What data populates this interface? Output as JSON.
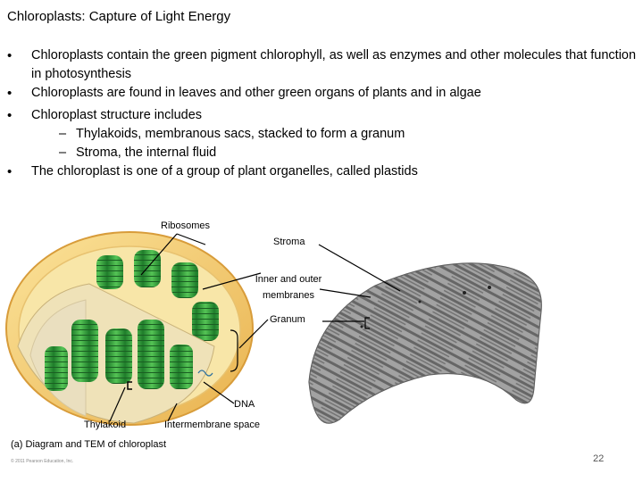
{
  "slide": {
    "title": "Chloroplasts: Capture of Light Energy",
    "bullets": [
      "Chloroplasts contain the green pigment chlorophyll, as well as enzymes and other molecules that function in photosynthesis",
      "Chloroplasts are found in leaves and other green organs of plants and in algae",
      "Chloroplast structure includes",
      "The chloroplast is one of a group of plant organelles, called plastids"
    ],
    "sub_bullets": [
      "Thylakoids, membranous sacs, stacked to form a granum",
      "Stroma, the internal fluid"
    ],
    "bullet_glyph": "•",
    "dash_glyph": "–"
  },
  "figure": {
    "labels": {
      "ribosomes": "Ribosomes",
      "stroma": "Stroma",
      "membranes": "Inner and outer membranes",
      "granum": "Granum",
      "dna": "DNA",
      "thylakoid": "Thylakoid",
      "intermembrane": "Intermembrane space"
    },
    "caption": "(a) Diagram and TEM of chloroplast",
    "copyright": "© 2011 Pearson Education, Inc."
  },
  "page_number": "22",
  "colors": {
    "outer_membrane": "#f3c96a",
    "stroma": "#f8e6a8",
    "granum_green": "#2f9e3a",
    "tem_gray": "#8a8a8a"
  }
}
